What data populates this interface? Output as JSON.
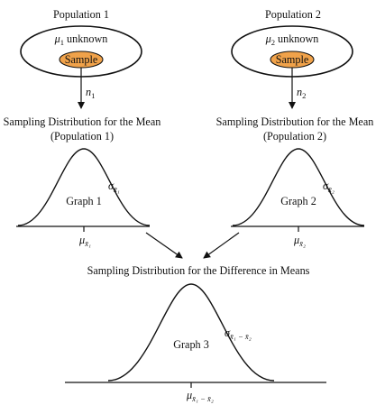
{
  "colors": {
    "ink": "#111111",
    "sample_fill": "#f0a24a"
  },
  "population1": {
    "title": "Population 1",
    "mu_symbol": "μ",
    "mu_sub": "1",
    "unknown_text": "unknown",
    "sample_label": "Sample",
    "n_symbol": "n",
    "n_sub": "1"
  },
  "population2": {
    "title": "Population 2",
    "mu_symbol": "μ",
    "mu_sub": "2",
    "unknown_text": "unknown",
    "sample_label": "Sample",
    "n_symbol": "n",
    "n_sub": "2"
  },
  "sampling1": {
    "title_line1": "Sampling Distribution for the Mean",
    "title_line2": "(Population 1)",
    "graph_label": "Graph 1",
    "sigma_symbol": "σ",
    "sigma_sub": "x̄₁",
    "mu_symbol": "μ",
    "mu_sub": "x̄₁"
  },
  "sampling2": {
    "title_line1": "Sampling Distribution for the Mean",
    "title_line2": "(Population 2)",
    "graph_label": "Graph 2",
    "sigma_symbol": "σ",
    "sigma_sub": "x̄₂",
    "mu_symbol": "μ",
    "mu_sub": "x̄₂"
  },
  "difference": {
    "title": "Sampling Distribution for the Difference in Means",
    "graph_label": "Graph 3",
    "sigma_symbol": "σ",
    "sigma_sub": "x̄₁ − x̄₂",
    "mu_symbol": "μ",
    "mu_sub": "x̄₁ − x̄₂"
  }
}
